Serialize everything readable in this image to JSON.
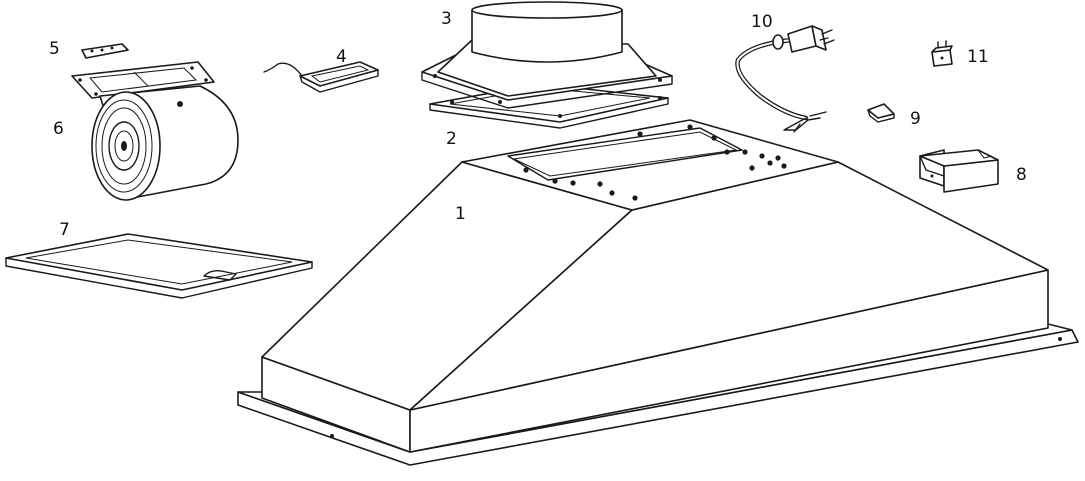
{
  "labels": {
    "hood_body": "1",
    "gasket": "2",
    "duct_collar": "3",
    "light_module": "4",
    "connector_strip": "5",
    "blower": "6",
    "filter_frame": "7",
    "junction_box": "8",
    "clip": "9",
    "power_cord": "10",
    "capacitor": "11"
  }
}
